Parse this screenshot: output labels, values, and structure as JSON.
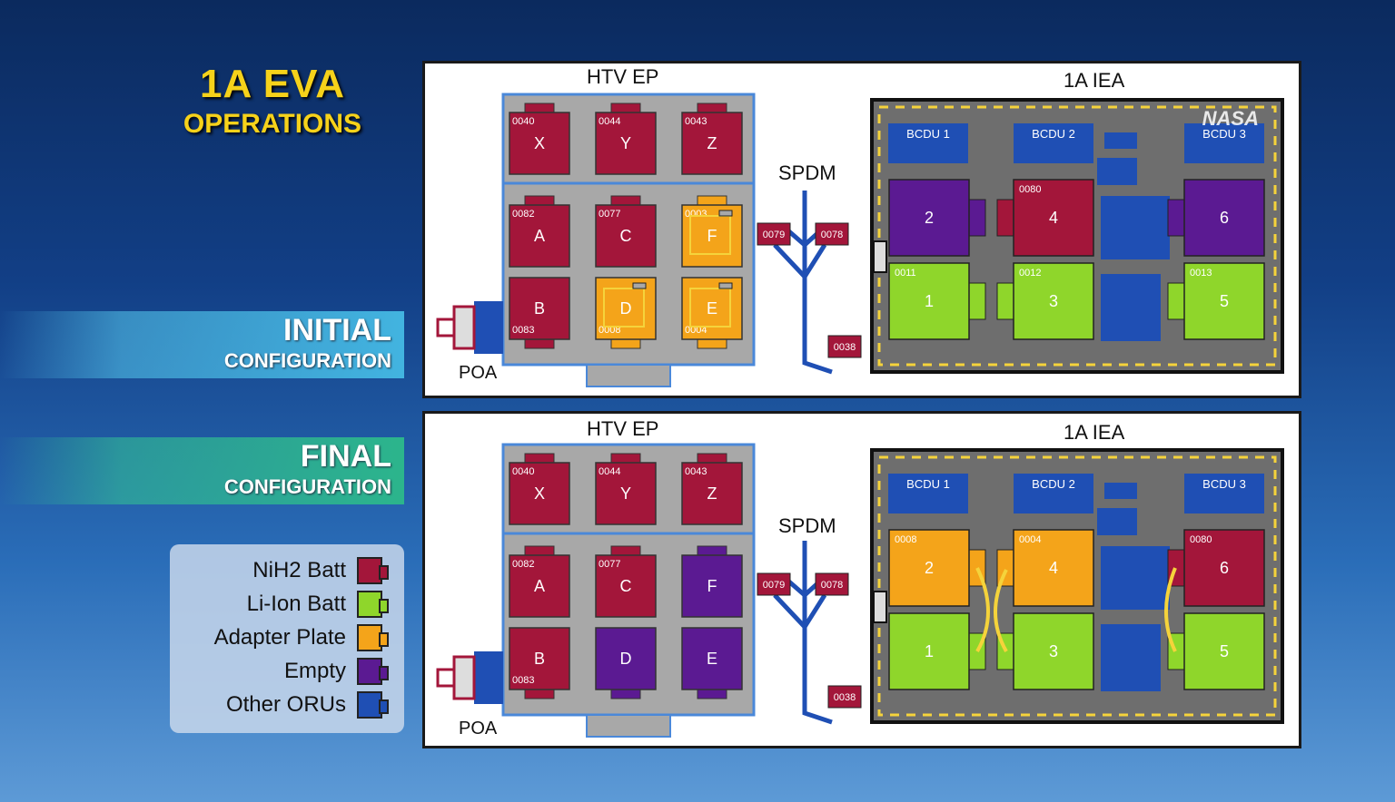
{
  "header": {
    "title_main": "1A EVA",
    "title_sub": "OPERATIONS"
  },
  "banners": {
    "initial": {
      "big": "INITIAL",
      "small": "CONFIGURATION"
    },
    "final": {
      "big": "FINAL",
      "small": "CONFIGURATION"
    }
  },
  "legend": [
    {
      "label": "NiH2 Batt",
      "color": "#a3163a"
    },
    {
      "label": "Li-Ion Batt",
      "color": "#8fd62b"
    },
    {
      "label": "Adapter Plate",
      "color": "#f4a41a"
    },
    {
      "label": "Empty",
      "color": "#5b1a92"
    },
    {
      "label": "Other ORUs",
      "color": "#1f4fb4"
    }
  ],
  "watermark": "NASA",
  "panel_labels": {
    "htv": "HTV EP",
    "iea": "1A IEA",
    "spdm": "SPDM",
    "poa": "POA"
  },
  "colors": {
    "nih2": "#a3163a",
    "liion": "#8fd62b",
    "adapter": "#f4a41a",
    "empty": "#5b1a92",
    "oru": "#1f4fb4",
    "plate": "#a8a8a8",
    "frame": "#4a88d9",
    "yellow": "#f5d33b"
  },
  "panels": [
    {
      "name": "initial",
      "htv_slots": [
        {
          "letter": "X",
          "num": "0040",
          "type": "nih2"
        },
        {
          "letter": "Y",
          "num": "0044",
          "type": "nih2"
        },
        {
          "letter": "Z",
          "num": "0043",
          "type": "nih2"
        },
        {
          "letter": "A",
          "num": "0082",
          "type": "nih2"
        },
        {
          "letter": "C",
          "num": "0077",
          "type": "nih2"
        },
        {
          "letter": "F",
          "num": "0003",
          "type": "adapter"
        },
        {
          "letter": "B",
          "num": "0083",
          "type": "nih2"
        },
        {
          "letter": "D",
          "num": "0008",
          "type": "adapter"
        },
        {
          "letter": "E",
          "num": "0004",
          "type": "adapter"
        }
      ],
      "spdm_batts": [
        "0079",
        "0078",
        "0038"
      ],
      "bcdus": [
        "BCDU 1",
        "BCDU 2",
        "BCDU 3"
      ],
      "iea_slots": [
        {
          "label": "2",
          "num": "",
          "type": "empty"
        },
        {
          "label": "4",
          "num": "0080",
          "type": "nih2"
        },
        {
          "label": "6",
          "num": "",
          "type": "empty"
        },
        {
          "label": "1",
          "num": "0011",
          "type": "liion"
        },
        {
          "label": "3",
          "num": "0012",
          "type": "liion"
        },
        {
          "label": "5",
          "num": "0013",
          "type": "liion"
        }
      ]
    },
    {
      "name": "final",
      "htv_slots": [
        {
          "letter": "X",
          "num": "0040",
          "type": "nih2"
        },
        {
          "letter": "Y",
          "num": "0044",
          "type": "nih2"
        },
        {
          "letter": "Z",
          "num": "0043",
          "type": "nih2"
        },
        {
          "letter": "A",
          "num": "0082",
          "type": "nih2"
        },
        {
          "letter": "C",
          "num": "0077",
          "type": "nih2"
        },
        {
          "letter": "F",
          "num": "",
          "type": "empty"
        },
        {
          "letter": "B",
          "num": "0083",
          "type": "nih2"
        },
        {
          "letter": "D",
          "num": "",
          "type": "empty"
        },
        {
          "letter": "E",
          "num": "",
          "type": "empty"
        }
      ],
      "spdm_batts": [
        "0079",
        "0078",
        "0038"
      ],
      "bcdus": [
        "BCDU 1",
        "BCDU 2",
        "BCDU 3"
      ],
      "iea_slots": [
        {
          "label": "2",
          "num": "0008",
          "type": "adapter"
        },
        {
          "label": "4",
          "num": "0004",
          "type": "adapter"
        },
        {
          "label": "6",
          "num": "0080",
          "type": "nih2"
        },
        {
          "label": "1",
          "num": "",
          "type": "liion"
        },
        {
          "label": "3",
          "num": "",
          "type": "liion"
        },
        {
          "label": "5",
          "num": "",
          "type": "liion"
        }
      ]
    }
  ]
}
